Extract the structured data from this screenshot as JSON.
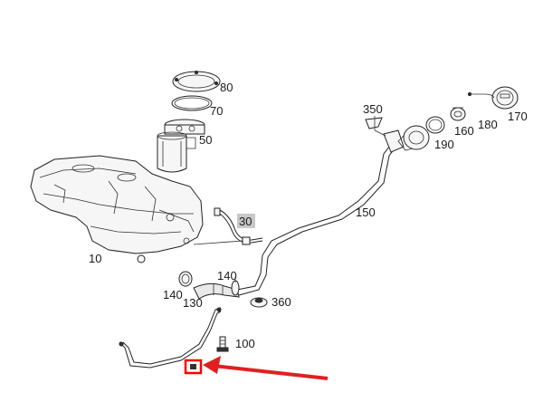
{
  "diagram": {
    "labels": {
      "p10": "10",
      "p30": "30",
      "p50": "50",
      "p70": "70",
      "p80": "80",
      "p100": "100",
      "p130": "130",
      "p140a": "140",
      "p140b": "140",
      "p150": "150",
      "p160": "160",
      "p170": "170",
      "p180": "180",
      "p190": "190",
      "p350": "350",
      "p360": "360"
    },
    "colors": {
      "highlight_box": "#ff0000",
      "arrow": "#e02020",
      "label_30_bg": "#c8c8c8"
    }
  }
}
